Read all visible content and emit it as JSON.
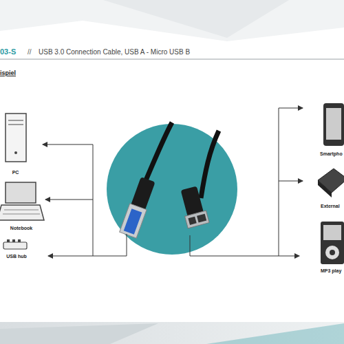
{
  "diagram": {
    "title": "USB 3.0 Connection Cable, USB A - Micro USB B",
    "nodes": [
      {
        "text": [
          "PC"
        ]
      },
      {
        "text": [
          "Notebook"
        ]
      },
      {
        "text": [
          "USB hub"
        ]
      },
      {
        "text": [
          "Smartpho"
        ]
      },
      {
        "text": [
          "External"
        ]
      },
      {
        "text": [
          "MP3 play"
        ]
      }
    ],
    "labels": [
      "03-S",
      "//",
      "ispiel"
    ]
  }
}
